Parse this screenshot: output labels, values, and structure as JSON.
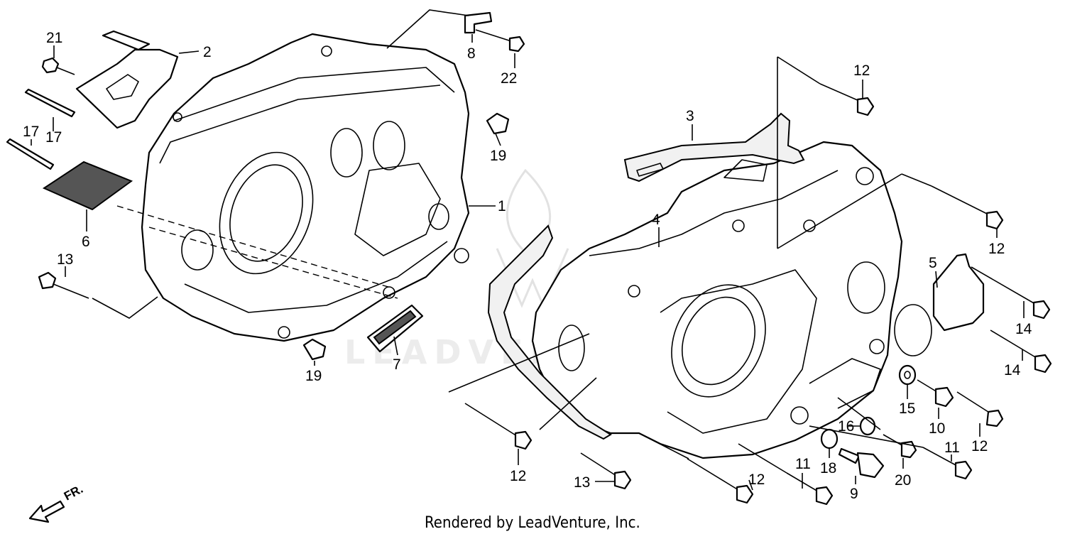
{
  "callouts": {
    "c1": "1",
    "c2": "2",
    "c3": "3",
    "c4": "4",
    "c5": "5",
    "c6": "6",
    "c7": "7",
    "c8": "8",
    "c9": "9",
    "c10": "10",
    "c11a": "11",
    "c11b": "11",
    "c12a": "12",
    "c12b": "12",
    "c12c": "12",
    "c12d": "12",
    "c12e": "12",
    "c13a": "13",
    "c13b": "13",
    "c14a": "14",
    "c14b": "14",
    "c15": "15",
    "c16": "16",
    "c17a": "17",
    "c17b": "17",
    "c18": "18",
    "c19a": "19",
    "c19b": "19",
    "c20": "20",
    "c21": "21",
    "c22": "22"
  },
  "front_arrow": "FR.",
  "watermark": "LEADVENTURE",
  "footer": "Rendered by LeadVenture, Inc."
}
